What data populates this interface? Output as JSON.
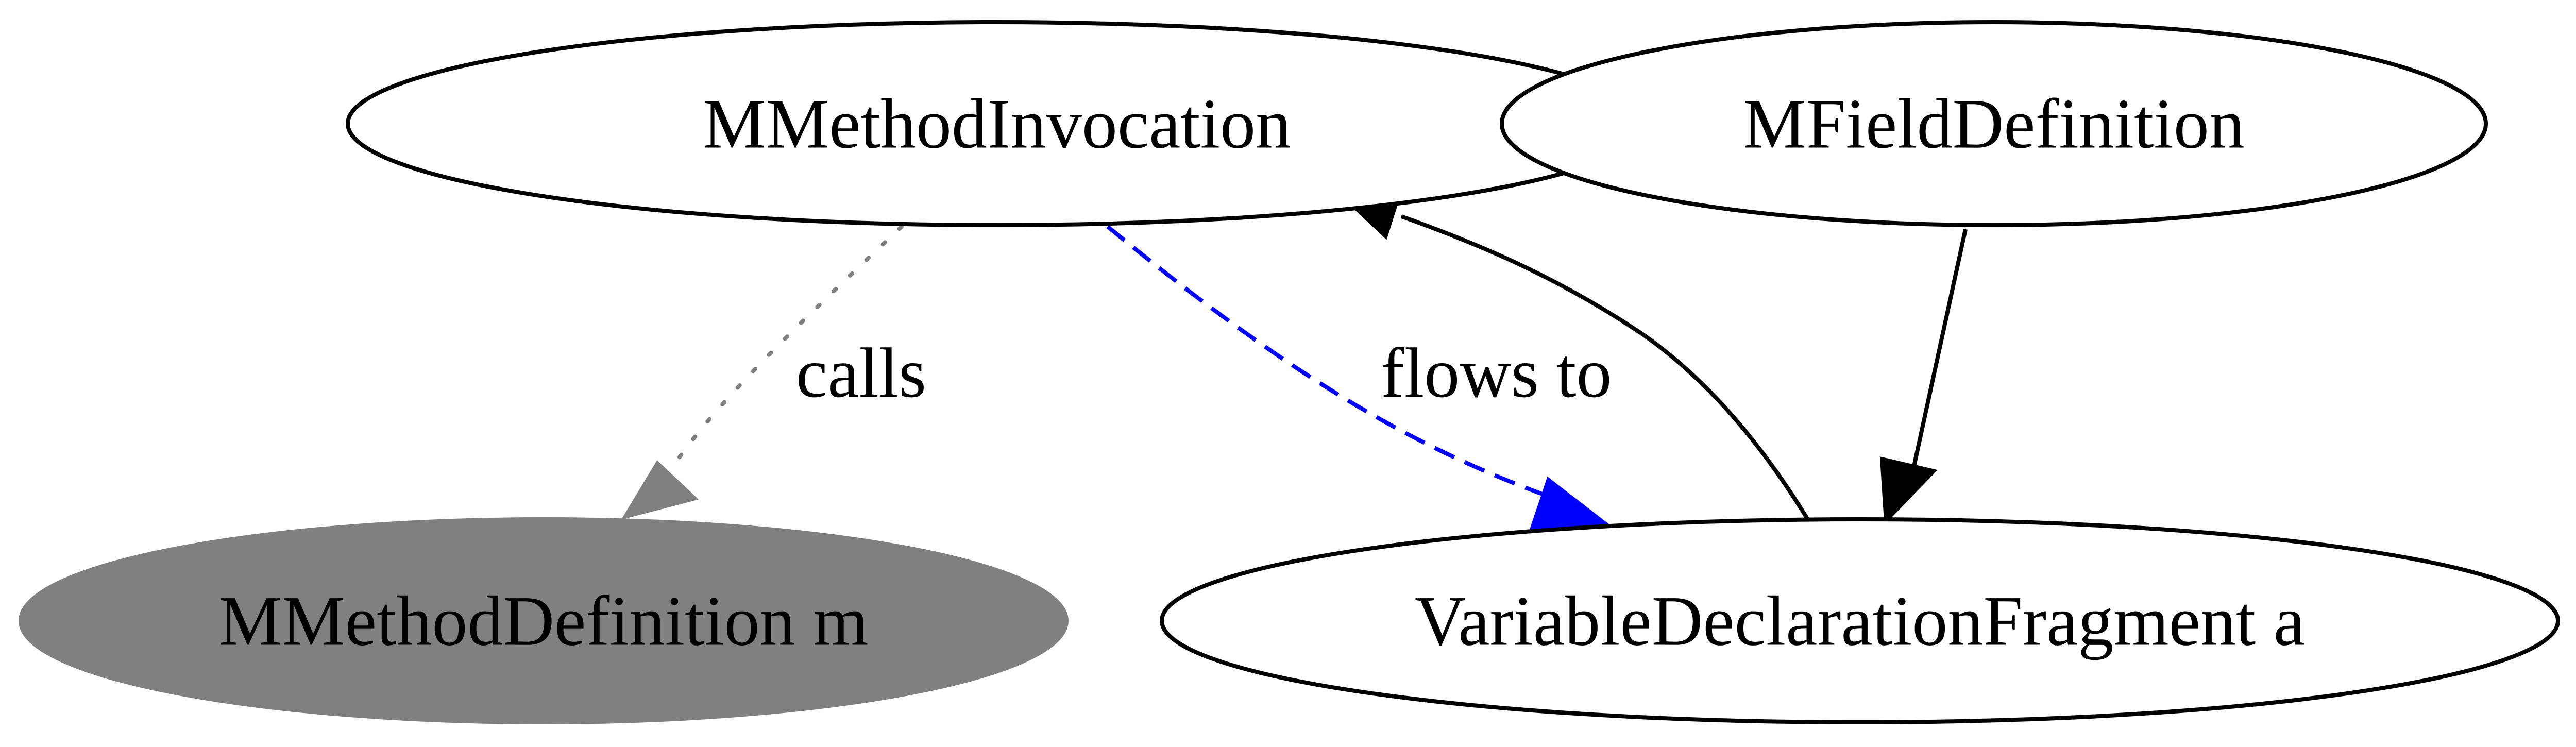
{
  "nodes": {
    "mmethod_invocation": {
      "label": "MMethodInvocation",
      "style": "outline"
    },
    "mfield_definition": {
      "label": "MFieldDefinition",
      "style": "outline"
    },
    "mmethod_definition": {
      "label": "MMethodDefinition m",
      "style": "filled",
      "fill": "#808080"
    },
    "variable_fragment": {
      "label": "VariableDeclarationFragment a",
      "style": "outline"
    }
  },
  "edges": {
    "calls": {
      "label": "calls",
      "from": "MMethodInvocation",
      "to": "MMethodDefinition m",
      "style": "dotted",
      "color": "#808080"
    },
    "flows_to": {
      "label": "flows to",
      "from": "MMethodInvocation",
      "to": "VariableDeclarationFragment a",
      "style": "dashed",
      "color": "#0000ff"
    },
    "fragment_to_invocation": {
      "from": "VariableDeclarationFragment a",
      "to": "MMethodInvocation",
      "style": "solid",
      "color": "#000000"
    },
    "field_to_fragment": {
      "from": "MFieldDefinition",
      "to": "VariableDeclarationFragment a",
      "style": "solid",
      "color": "#000000"
    }
  }
}
